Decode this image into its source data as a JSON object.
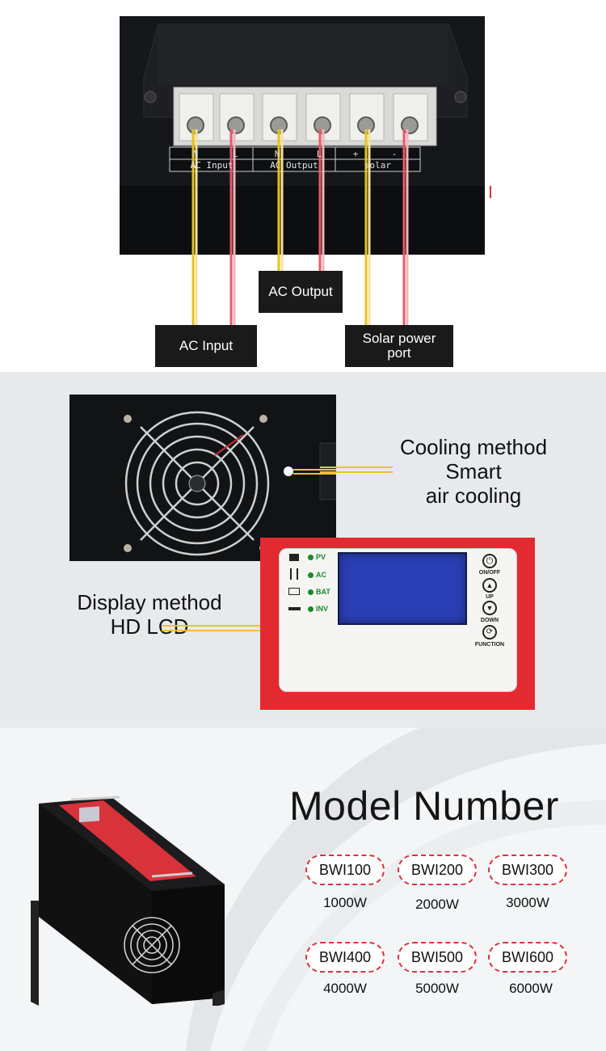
{
  "terminals": {
    "terminal_marks": [
      "N",
      "L",
      "N",
      "L",
      "+",
      "-"
    ],
    "group_labels": [
      "AC Input",
      "AC Output",
      "solar"
    ],
    "callouts": {
      "ac_input": "AC Input",
      "ac_output": "AC Output",
      "solar_line1": "Solar power",
      "solar_line2": "port"
    }
  },
  "features": {
    "cooling": {
      "line1": "Cooling method",
      "line2": "Smart",
      "line3": "air cooling"
    },
    "display": {
      "line1": "Display method",
      "line2": "HD LCD"
    },
    "panel": {
      "leds": [
        "PV",
        "AC",
        "BAT",
        "INV"
      ],
      "buttons": [
        "ON/OFF",
        "UP",
        "DOWN",
        "FUNCTION"
      ]
    }
  },
  "models": {
    "title": "Model Number",
    "items": [
      {
        "model": "BWI100",
        "power": "1000W"
      },
      {
        "model": "BWI200",
        "power": "2000W"
      },
      {
        "model": "BWI300",
        "power": "3000W"
      },
      {
        "model": "BWI400",
        "power": "4000W"
      },
      {
        "model": "BWI500",
        "power": "5000W"
      },
      {
        "model": "BWI600",
        "power": "6000W"
      }
    ]
  },
  "colors": {
    "accent_red": "#d8323a",
    "dark": "#1a1a1a",
    "lcd_blue": "#2a3fb5",
    "section_grey": "#e7e9eb"
  }
}
